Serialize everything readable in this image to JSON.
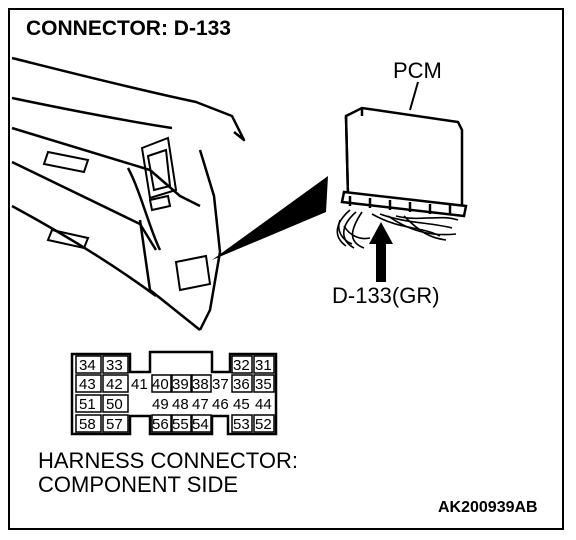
{
  "title": "CONNECTOR: D-133",
  "pcm_label": "PCM",
  "connector_label": "D-133(GR)",
  "harness_connector": {
    "line1": "HARNESS CONNECTOR:",
    "line2": "COMPONENT SIDE"
  },
  "figure_code": "AK200939AB",
  "pins": {
    "p34": "34",
    "p33": "33",
    "p32": "32",
    "p31": "31",
    "p43": "43",
    "p42": "42",
    "p41": "41",
    "p40": "40",
    "p39": "39",
    "p38": "38",
    "p37": "37",
    "p36": "36",
    "p35": "35",
    "p51": "51",
    "p50": "50",
    "p49": "49",
    "p48": "48",
    "p47": "47",
    "p46": "46",
    "p45": "45",
    "p44": "44",
    "p58": "58",
    "p57": "57",
    "p56": "56",
    "p55": "55",
    "p54": "54",
    "p53": "53",
    "p52": "52"
  }
}
